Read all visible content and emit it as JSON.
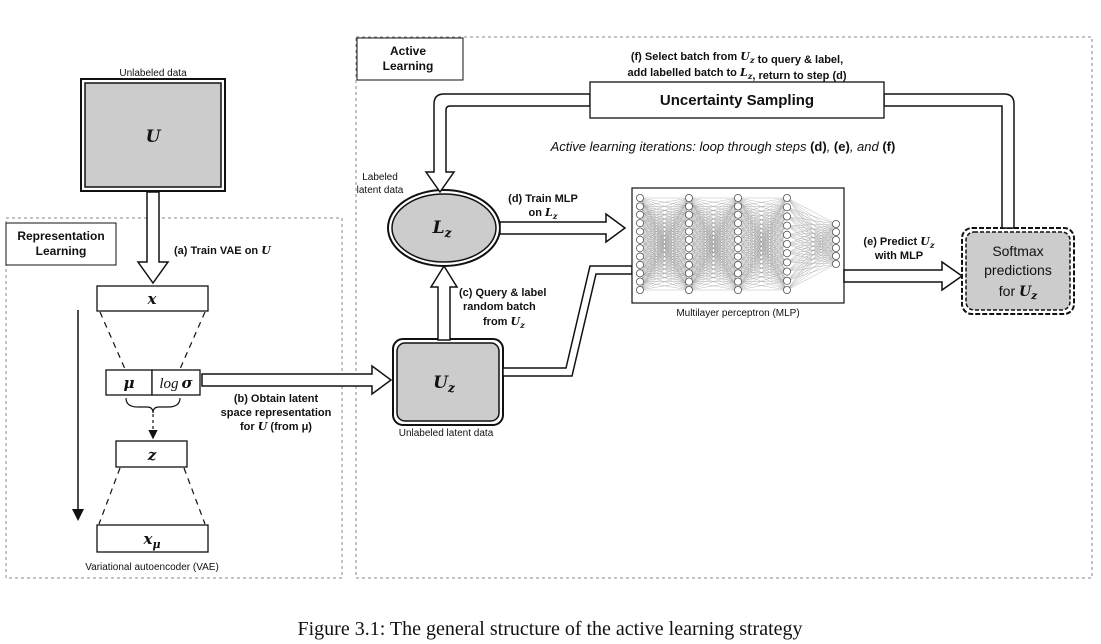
{
  "colors": {
    "box_fill": "#cccccc",
    "stroke": "#111111",
    "dashed_region": "#888888"
  },
  "vae": {
    "unlabeled_caption": "Unlabeled data",
    "u_label": "U",
    "section_label_line1": "Representation",
    "section_label_line2": "Learning",
    "step_a": "(a) Train VAE on ",
    "step_a_var": "U",
    "x_label": "x",
    "mu_label": "μ",
    "logsigma_label_log": "log",
    "logsigma_label_sigma": "σ",
    "z_label": "z",
    "xmu_label": "x",
    "xmu_sub": "μ",
    "caption": "Variational autoencoder (VAE)"
  },
  "step_b": {
    "line1": "(b) Obtain latent",
    "line2": "space representation",
    "line3_prefix": "for ",
    "line3_var": "U",
    "line3_suffix": " (from μ)"
  },
  "active_learning": {
    "section_label_line1": "Active",
    "section_label_line2": "Learning",
    "step_f_line1_prefix": "(f) Select batch from ",
    "step_f_line1_var": "Uz",
    "step_f_line1_suffix": " to query & label,",
    "step_f_line2_prefix": "add labelled batch to ",
    "step_f_line2_var": "Lz",
    "step_f_line2_suffix": ", return to step (d)",
    "uncertainty_label": "Uncertainty Sampling",
    "iterations_prefix": "Active learning iterations: loop through steps ",
    "iterations_d": "(d)",
    "iterations_comma": ", ",
    "iterations_e": "(e)",
    "iterations_and": ", and ",
    "iterations_f": "(f)",
    "labeled_caption_line1": "Labeled",
    "labeled_caption_line2": "latent data",
    "lz_label": "L",
    "lz_sub": "z",
    "uz_label": "U",
    "uz_sub": "z",
    "unlabeled_latent_caption": "Unlabeled latent data",
    "step_c_line1": "(c) Query & label",
    "step_c_line2": "random batch",
    "step_c_line3_prefix": "from ",
    "step_c_line3_var": "Uz",
    "step_d_line1": "(d) Train MLP",
    "step_d_line2_prefix": "on ",
    "step_d_line2_var": "Lz",
    "mlp_caption": "Multilayer perceptron (MLP)",
    "step_e_line1_prefix": "(e) Predict ",
    "step_e_line1_var": "Uz",
    "step_e_line2": "with MLP",
    "softmax_line1": "Softmax",
    "softmax_line2": "predictions",
    "softmax_line3_prefix": "for ",
    "softmax_line3_var": "Uz"
  },
  "figure_caption": "Figure 3.1: The general structure of the active learning strategy"
}
